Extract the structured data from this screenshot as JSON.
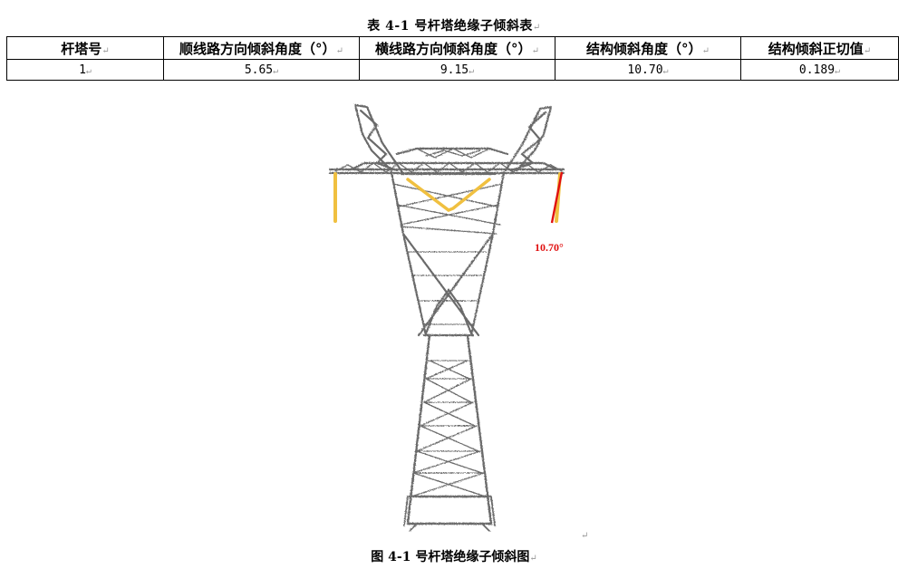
{
  "document": {
    "table_caption": "表 4-1 号杆塔绝缘子倾斜表",
    "paragraph_mark": "↵",
    "table": {
      "headers": [
        "杆塔号",
        "顺线路方向倾斜角度（°）",
        "横线路方向倾斜角度（°）",
        "结构倾斜角度（°）",
        "结构倾斜正切值"
      ],
      "rows": [
        [
          "1",
          "5.65",
          "9.15",
          "10.70",
          "0.189"
        ]
      ]
    },
    "figure": {
      "angle_label": "10.70°",
      "colors": {
        "tower": "#6b6b6b",
        "insulator": "#f0c040",
        "tilt_line": "#e01010",
        "label": "#e01010"
      }
    },
    "figure_caption": "图 4-1 号杆塔绝缘子倾斜图"
  }
}
